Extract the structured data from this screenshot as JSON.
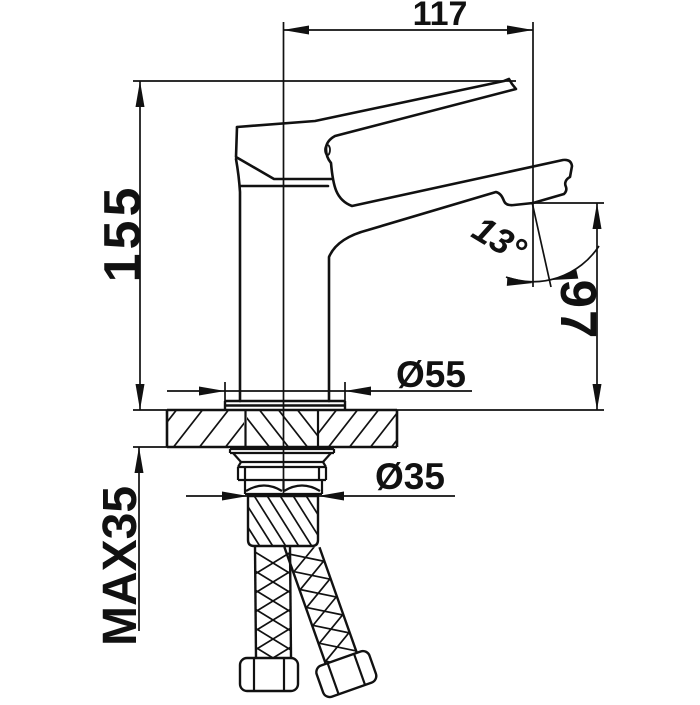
{
  "drawing": {
    "type": "technical-dimension-drawing",
    "subject": "single-lever basin faucet, side view with installation section",
    "line_color": "#111111",
    "background": "#ffffff",
    "dimensions": {
      "spout_reach": "117",
      "total_height": "155",
      "spout_angle": "13°",
      "outlet_height": "97",
      "base_diameter": "Ø55",
      "shank_diameter": "Ø35",
      "max_deck_thickness": "MAX35"
    }
  }
}
